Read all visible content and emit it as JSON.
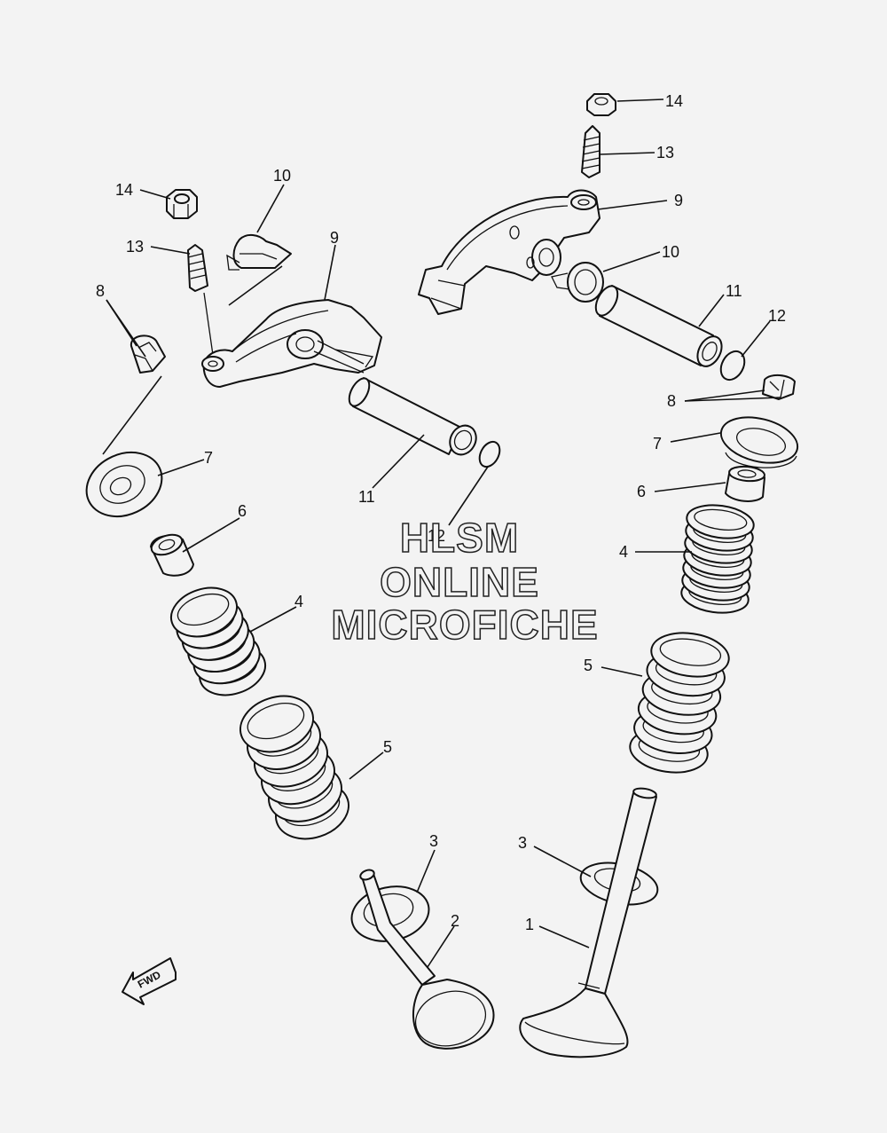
{
  "watermark": {
    "line1": "HLSM",
    "line2": "ONLINE",
    "line3": "MICROFICHE"
  },
  "direction_badge": "FWD",
  "callouts": {
    "c1": "1",
    "c2": "2",
    "c3a": "3",
    "c3b": "3",
    "c4a": "4",
    "c4b": "4",
    "c5a": "5",
    "c5b": "5",
    "c6a": "6",
    "c6b": "6",
    "c7a": "7",
    "c7b": "7",
    "c8a": "8",
    "c8b": "8",
    "c9a": "9",
    "c9b": "9",
    "c10a": "10",
    "c10b": "10",
    "c11a": "11",
    "c11b": "11",
    "c12a": "12",
    "c12b": "12",
    "c13a": "13",
    "c13b": "13",
    "c14a": "14",
    "c14b": "14"
  },
  "colors": {
    "background": "#f3f3f3",
    "line": "#111111"
  }
}
